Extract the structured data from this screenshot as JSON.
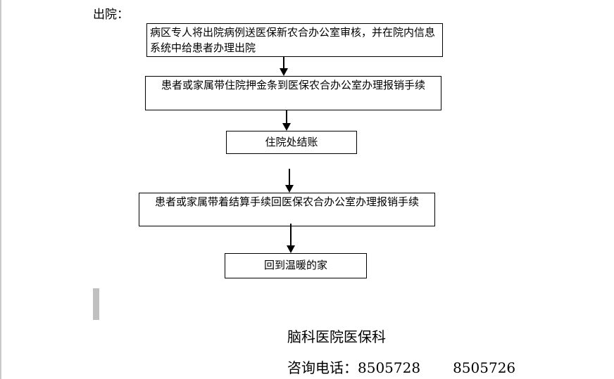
{
  "heading": "出院：",
  "steps": [
    "病区专人将出院病例送医保新农合办公室审核，并在院内信息系统中给患者办理出院",
    "患者或家属带住院押金条到医保农合办公室办理报销手续",
    "住院处结账",
    "患者或家属带着结算手续回医保农合办公室办理报销手续",
    "回到温暖的家"
  ],
  "footer": {
    "department": "脑科医院医保科",
    "phone_label": "咨询电话：",
    "phone_1": "8505728",
    "phone_2": "8505726"
  }
}
